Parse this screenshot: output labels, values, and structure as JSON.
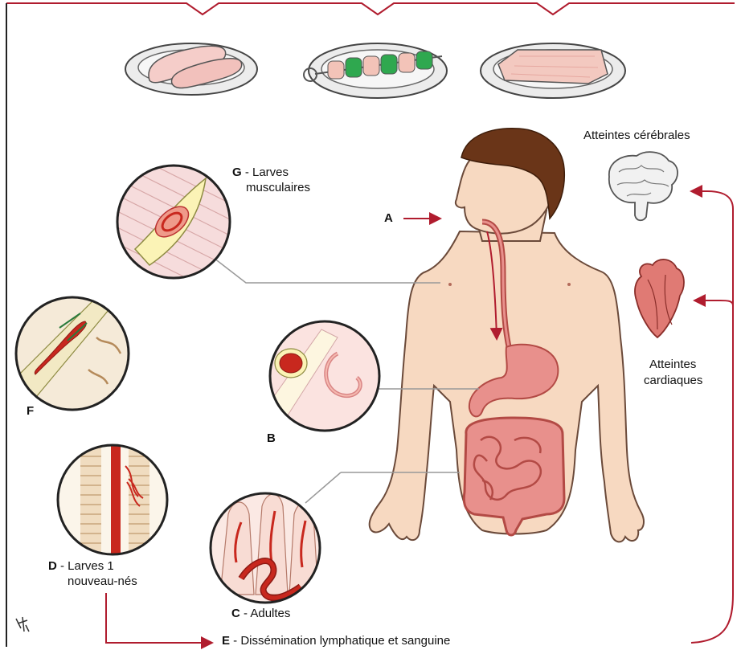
{
  "labels": {
    "brain": "Atteintes cérébrales",
    "heart_line1": "Atteintes",
    "heart_line2": "cardiaques",
    "a": "A",
    "b": "B",
    "f": "F",
    "g_line1": "G - Larves",
    "g_line2": "musculaires",
    "c": "C - Adultes",
    "d_line1": "D - Larves 1",
    "d_line2": "nouveau-nés",
    "e": "E - Dissémination lymphatique et sanguine"
  },
  "colors": {
    "arrow": "#b01c2e",
    "skin": "#f7d9c1",
    "skin_outline": "#6b4a3a",
    "hair": "#6a3518",
    "gut": "#e8908c",
    "gut_dark": "#b34a45",
    "larva": "#c8281e",
    "muscle": "#f6dcdc",
    "plate": "#ececec"
  },
  "icons": [
    "brain-icon",
    "heart-icon",
    "sausage-plate-icon",
    "skewer-plate-icon",
    "meat-plate-icon"
  ]
}
